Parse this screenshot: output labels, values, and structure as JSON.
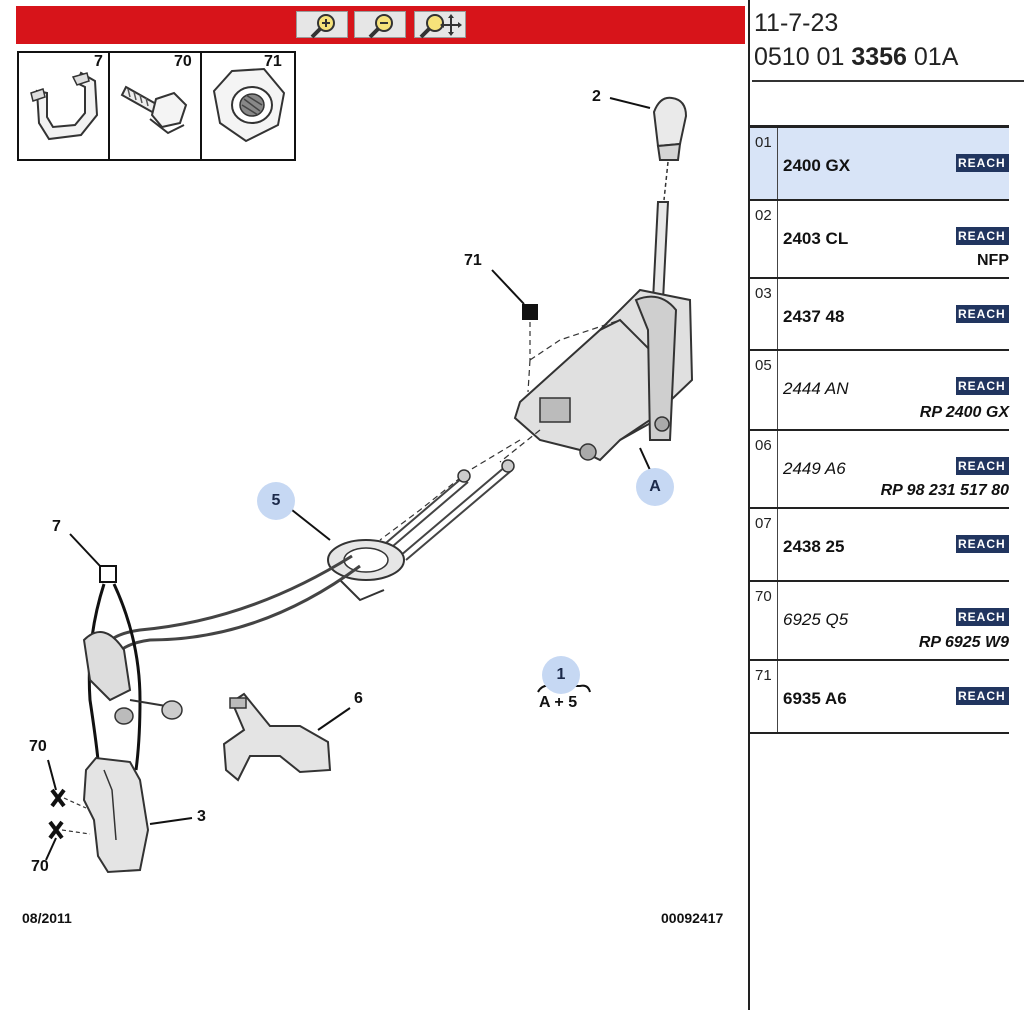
{
  "toolbar": {
    "zoom_in_icon": "zoom-in-icon",
    "zoom_out_icon": "zoom-out-icon",
    "pan_icon": "zoom-pan-icon",
    "color": "#d7141a"
  },
  "thumbnails": [
    {
      "label": "7"
    },
    {
      "label": "70"
    },
    {
      "label": "71"
    }
  ],
  "callouts": {
    "c2": "2",
    "c71": "71",
    "c5": "5",
    "cA": "A",
    "c7": "7",
    "c1": "1",
    "cA5": "A + 5",
    "c6": "6",
    "c70a": "70",
    "c3": "3",
    "c70b": "70"
  },
  "footer": {
    "date": "08/2011",
    "ref": "00092417"
  },
  "header": {
    "date": "11-7-23",
    "code_a": "0510 01",
    "code_b": "3356",
    "code_c": "01A"
  },
  "parts": [
    {
      "idx": "01",
      "number": "2400 GX",
      "italic": false,
      "reach": "REACH",
      "note": "",
      "selected": true
    },
    {
      "idx": "02",
      "number": "2403 CL",
      "italic": false,
      "reach": "REACH",
      "note": "NFP",
      "selected": false
    },
    {
      "idx": "03",
      "number": "2437 48",
      "italic": false,
      "reach": "REACH",
      "note": "",
      "selected": false
    },
    {
      "idx": "05",
      "number": "2444 AN",
      "italic": true,
      "reach": "REACH",
      "note": "RP 2400 GX",
      "selected": false
    },
    {
      "idx": "06",
      "number": "2449 A6",
      "italic": true,
      "reach": "REACH",
      "note": "RP 98 231 517 80",
      "selected": false
    },
    {
      "idx": "07",
      "number": "2438 25",
      "italic": false,
      "reach": "REACH",
      "note": "",
      "selected": false
    },
    {
      "idx": "70",
      "number": "6925 Q5",
      "italic": true,
      "reach": "REACH",
      "note": "RP 6925 W9",
      "selected": false
    },
    {
      "idx": "71",
      "number": "6935 A6",
      "italic": false,
      "reach": "REACH",
      "note": "",
      "selected": false
    }
  ]
}
